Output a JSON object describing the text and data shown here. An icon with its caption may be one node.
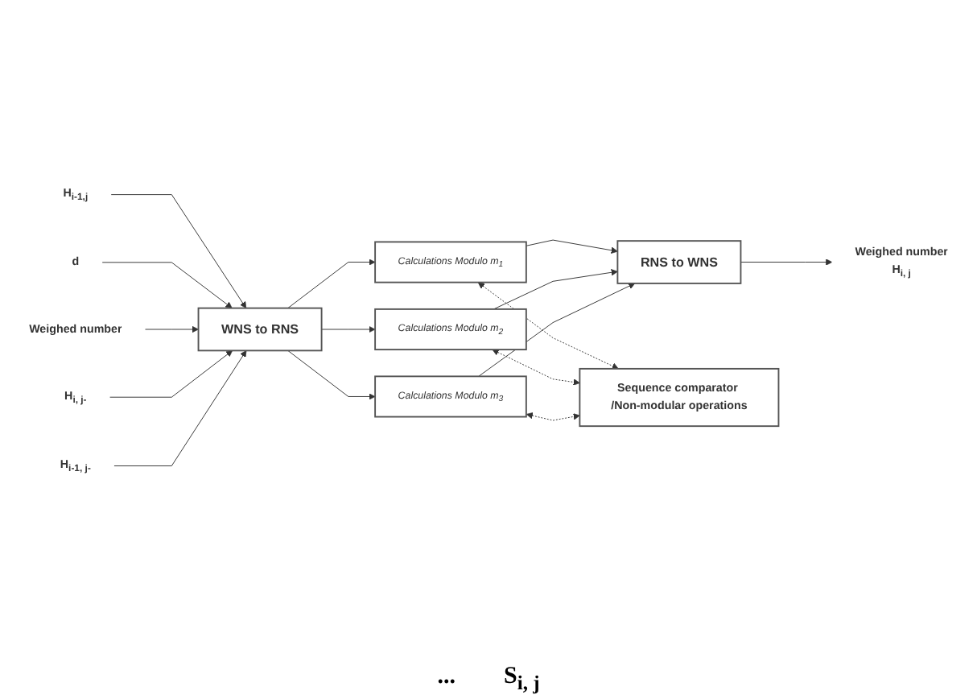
{
  "diagram": {
    "nodes": [
      {
        "text": [
          "H$_{i-1,j}$"
        ]
      },
      {
        "text": [
          "d"
        ]
      },
      {
        "text": [
          "Weighed number"
        ]
      },
      {
        "text": [
          "H$_{i, j-}$"
        ]
      },
      {
        "text": [
          "H$_{i-1, j-}$"
        ]
      },
      {
        "text": [
          "WNS to RNS"
        ]
      },
      {
        "text": [
          "Calculations Modulo m$_{1}$"
        ]
      },
      {
        "text": [
          "Calculations Modulo m$_{2}$"
        ]
      },
      {
        "text": [
          "Calculations Modulo m$_{3}$"
        ]
      },
      {
        "text": [
          "RNS to WNS"
        ]
      },
      {
        "text": [
          "Weighed number",
          "H$_{i, j}$"
        ]
      },
      {
        "text": [
          "Sequence comparator /Non-modular operations"
        ]
      }
    ],
    "edges": [
      {
        "from": 0,
        "to": 5,
        "arrow": "to"
      },
      {
        "from": 1,
        "to": 5,
        "arrow": "to"
      },
      {
        "from": 2,
        "to": 5,
        "arrow": "to"
      },
      {
        "from": 3,
        "to": 5,
        "arrow": "to"
      },
      {
        "from": 4,
        "to": 5,
        "arrow": "to"
      },
      {
        "from": 5,
        "to": 6,
        "arrow": "to"
      },
      {
        "from": 5,
        "to": 7,
        "arrow": "to"
      },
      {
        "from": 5,
        "to": 8,
        "arrow": "to"
      },
      {
        "from": 6,
        "to": 9,
        "arrow": "to"
      },
      {
        "from": 7,
        "to": 9,
        "arrow": "to"
      },
      {
        "from": 8,
        "to": 9,
        "arrow": "to"
      },
      {
        "from": 9,
        "to": 10,
        "arrow": "to"
      },
      {
        "from": 6,
        "to": 11,
        "arrow": "both",
        "style": "dashed"
      },
      {
        "from": 7,
        "to": 11,
        "arrow": "both",
        "style": "dashed"
      },
      {
        "from": 8,
        "to": 11,
        "arrow": "both",
        "style": "dashed"
      }
    ],
    "labels": [
      "...",
      "S$_{i, j}$"
    ]
  }
}
